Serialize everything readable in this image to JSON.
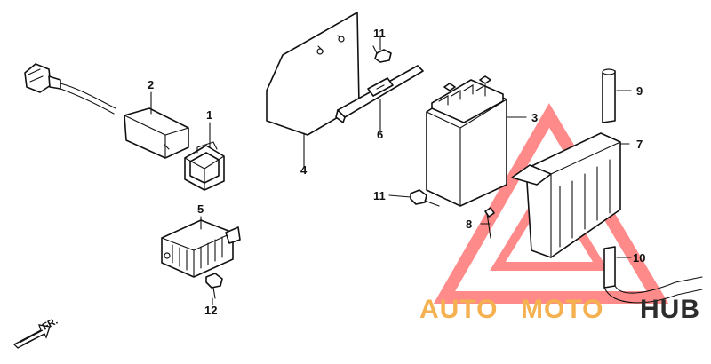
{
  "watermark": {
    "brand_auto": "AUTO",
    "brand_moto": "MOTO",
    "brand_hub": "HUB",
    "color_primary": "#f5b04f",
    "color_triangle": "#ff5a5a",
    "color_hub": "#2d2d2d"
  },
  "direction": {
    "label": "FR."
  },
  "callouts": {
    "c1": "1",
    "c2": "2",
    "c3": "3",
    "c4": "4",
    "c5": "5",
    "c6": "6",
    "c7": "7",
    "c8": "8",
    "c9": "9",
    "c10": "10",
    "c11a": "11",
    "c11b": "11",
    "c12": "12"
  }
}
